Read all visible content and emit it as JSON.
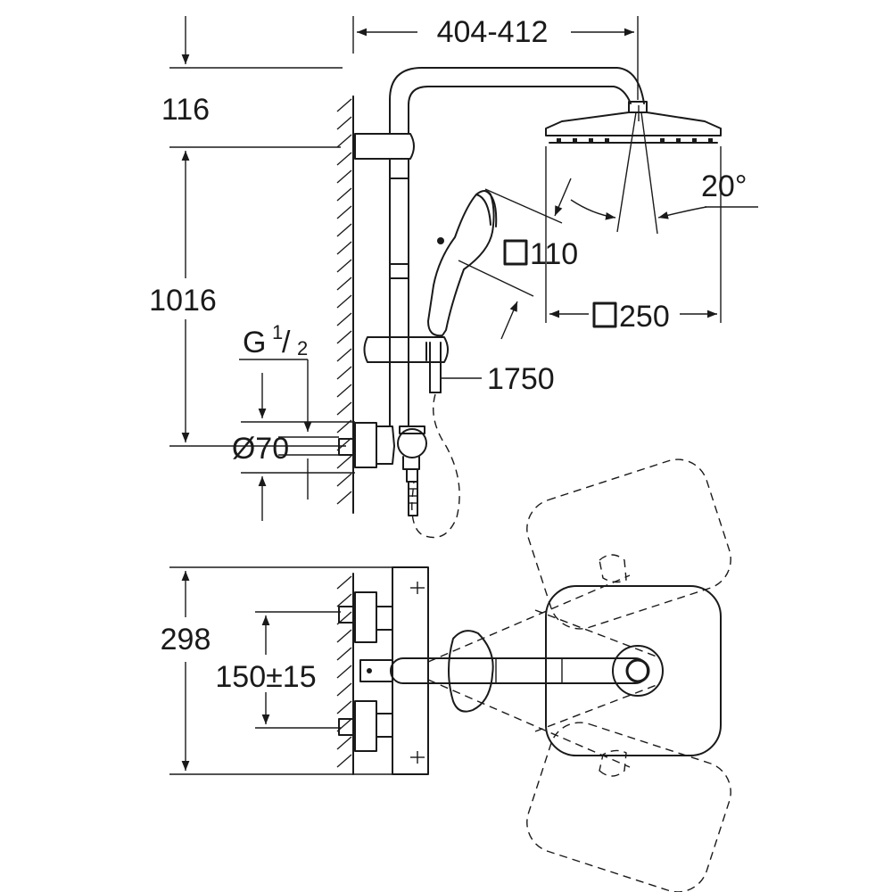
{
  "dimensions": {
    "arm_reach": "404-412",
    "top_offset": "116",
    "rail_height": "1016",
    "thread_prefix": "G",
    "thread_num": "1",
    "thread_slash": "/",
    "thread_den": "2",
    "rosette": "Ø70",
    "hand_shower": "110",
    "head_tilt": "20°",
    "head_shower": "250",
    "hose": "1750",
    "depth": "298",
    "inlet_spacing": "150±15"
  },
  "colors": {
    "line": "#1a1a1a",
    "background": "#ffffff"
  }
}
